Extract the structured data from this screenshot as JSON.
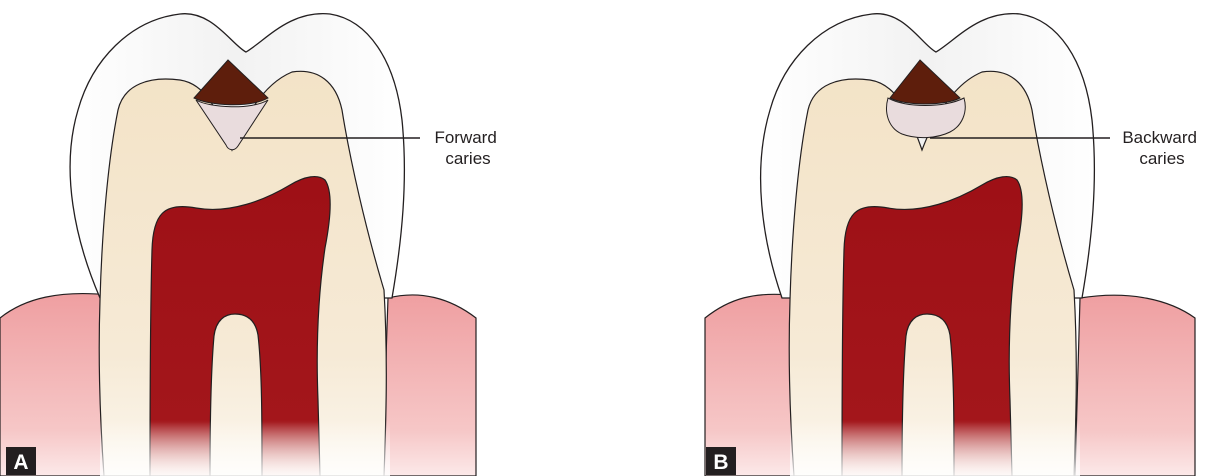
{
  "panels": [
    {
      "letter": "A",
      "callout": [
        "Forward",
        "caries"
      ]
    },
    {
      "letter": "B",
      "callout": [
        "Backward",
        "caries"
      ]
    }
  ],
  "colors": {
    "enamel": "#f7f7f7",
    "dentin": "#f1e2c6",
    "pulp": "#9e1016",
    "gum": "#f0a8a8",
    "caries_dark": "#5e1e0c",
    "caries_light": "#e9dcdd",
    "outline": "#231f20",
    "badge": "#231f20"
  },
  "icons": {
    "panel_a": "tooth-forward-caries-illustration",
    "panel_b": "tooth-backward-caries-illustration"
  }
}
